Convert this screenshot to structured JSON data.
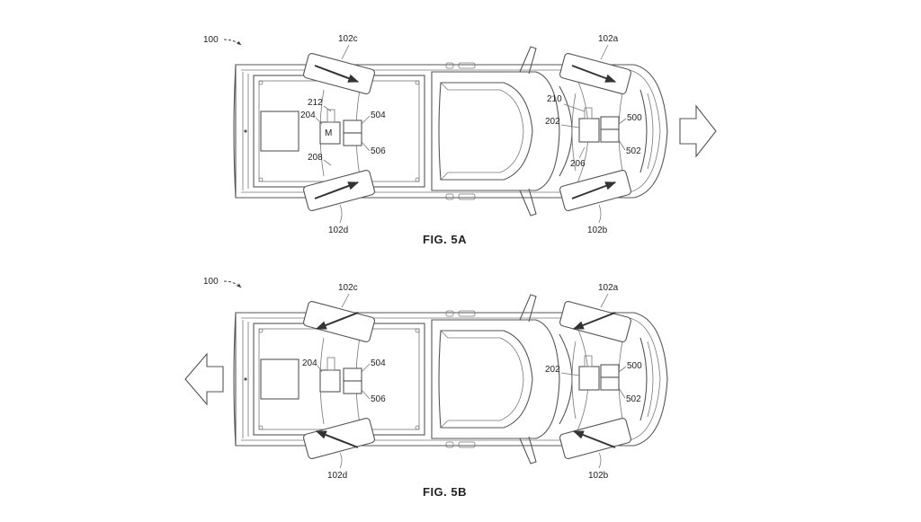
{
  "figures": [
    {
      "id": "5a",
      "caption": "FIG. 5A",
      "direction": "forward",
      "motor_label": "M",
      "labels": {
        "vehicle": "100",
        "wheel_front_top": "102a",
        "wheel_front_bottom": "102b",
        "wheel_rear_top": "102c",
        "wheel_rear_bottom": "102d",
        "front_box": "202",
        "rear_box": "204",
        "front_lower_link": "206",
        "rear_lower_link": "208",
        "front_upper_link": "210",
        "rear_upper_link": "212",
        "front_module_upper": "500",
        "front_module_lower": "502",
        "rear_module_upper": "504",
        "rear_module_lower": "506"
      }
    },
    {
      "id": "5b",
      "caption": "FIG. 5B",
      "direction": "reverse",
      "motor_label": "",
      "labels": {
        "vehicle": "100",
        "wheel_front_top": "102a",
        "wheel_front_bottom": "102b",
        "wheel_rear_top": "102c",
        "wheel_rear_bottom": "102d",
        "front_box": "202",
        "rear_box": "204",
        "front_lower_link": "",
        "rear_lower_link": "",
        "front_upper_link": "",
        "rear_upper_link": "",
        "front_module_upper": "500",
        "front_module_lower": "502",
        "rear_module_upper": "504",
        "rear_module_lower": "506"
      }
    }
  ],
  "colors": {
    "line": "#555555",
    "text": "#222222",
    "background": "#ffffff"
  }
}
